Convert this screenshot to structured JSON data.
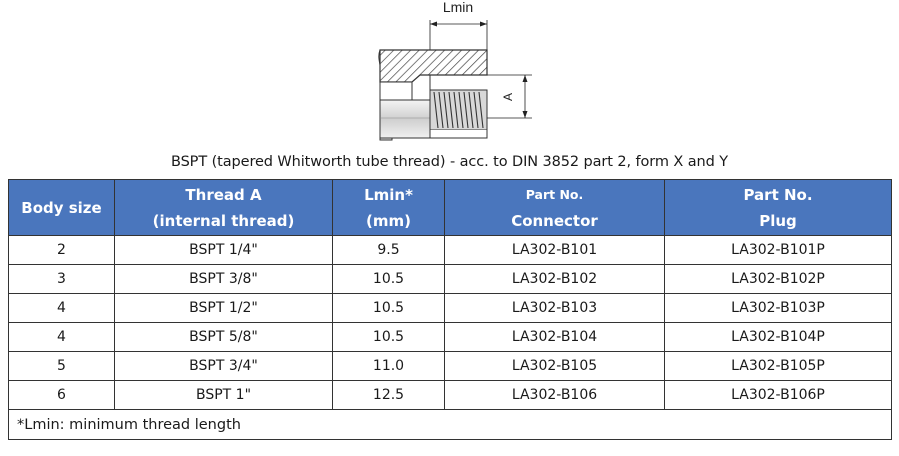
{
  "drawing": {
    "dim_length_label": "Lmin",
    "dim_diameter_label": "A"
  },
  "caption": "BSPT (tapered Whitworth tube thread) - acc. to DIN 3852 part 2, form X and Y",
  "table": {
    "headers": {
      "body_size": "Body size",
      "thread_line1": "Thread A",
      "thread_line2": "(internal thread)",
      "lmin_line1": "Lmin*",
      "lmin_line2": "(mm)",
      "connector_line1": "Part No.",
      "connector_line2": "Connector",
      "plug_line1": "Part No.",
      "plug_line2": "Plug"
    },
    "rows": [
      {
        "body_size": "2",
        "thread": "BSPT 1/4\"",
        "lmin": "9.5",
        "connector": "LA302-B101",
        "plug": "LA302-B101P"
      },
      {
        "body_size": "3",
        "thread": "BSPT 3/8\"",
        "lmin": "10.5",
        "connector": "LA302-B102",
        "plug": "LA302-B102P"
      },
      {
        "body_size": "4",
        "thread": "BSPT 1/2\"",
        "lmin": "10.5",
        "connector": "LA302-B103",
        "plug": "LA302-B103P"
      },
      {
        "body_size": "4",
        "thread": "BSPT 5/8\"",
        "lmin": "10.5",
        "connector": "LA302-B104",
        "plug": "LA302-B104P"
      },
      {
        "body_size": "5",
        "thread": "BSPT 3/4\"",
        "lmin": "11.0",
        "connector": "LA302-B105",
        "plug": "LA302-B105P"
      },
      {
        "body_size": "6",
        "thread": "BSPT 1\"",
        "lmin": "12.5",
        "connector": "LA302-B106",
        "plug": "LA302-B106P"
      }
    ],
    "footnote": "*Lmin:  minimum thread length"
  }
}
